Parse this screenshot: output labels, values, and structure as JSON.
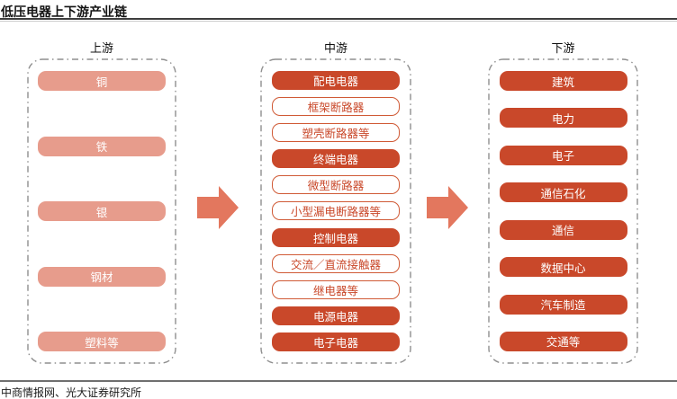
{
  "title": "低压电器上下游产业链",
  "source_note": "中商情报网、光大证券研究所",
  "colors": {
    "solid_red": "#c9482a",
    "outline_red": "#d05a36",
    "salmon": "#e79c8c",
    "arrow": "#e3775e",
    "dash_border": "#8f8f8f"
  },
  "columns": [
    {
      "label": "上游",
      "items": [
        {
          "text": "铜",
          "style": "salmon"
        },
        {
          "text": "铁",
          "style": "salmon"
        },
        {
          "text": "银",
          "style": "salmon"
        },
        {
          "text": "钢材",
          "style": "salmon"
        },
        {
          "text": "塑料等",
          "style": "salmon"
        }
      ]
    },
    {
      "label": "中游",
      "items": [
        {
          "text": "配电电器",
          "style": "solid"
        },
        {
          "text": "框架断路器",
          "style": "outline"
        },
        {
          "text": "塑壳断路器等",
          "style": "outline"
        },
        {
          "text": "终端电器",
          "style": "solid"
        },
        {
          "text": "微型断路器",
          "style": "outline"
        },
        {
          "text": "小型漏电断路器等",
          "style": "outline"
        },
        {
          "text": "控制电器",
          "style": "solid"
        },
        {
          "text": "交流／直流接触器",
          "style": "outline"
        },
        {
          "text": "继电器等",
          "style": "outline"
        },
        {
          "text": "电源电器",
          "style": "solid"
        },
        {
          "text": "电子电器",
          "style": "solid"
        }
      ]
    },
    {
      "label": "下游",
      "items": [
        {
          "text": "建筑",
          "style": "solid"
        },
        {
          "text": "电力",
          "style": "solid"
        },
        {
          "text": "电子",
          "style": "solid"
        },
        {
          "text": "通信石化",
          "style": "solid"
        },
        {
          "text": "通信",
          "style": "solid"
        },
        {
          "text": "数据中心",
          "style": "solid"
        },
        {
          "text": "汽车制造",
          "style": "solid"
        },
        {
          "text": "交通等",
          "style": "solid"
        }
      ]
    }
  ]
}
